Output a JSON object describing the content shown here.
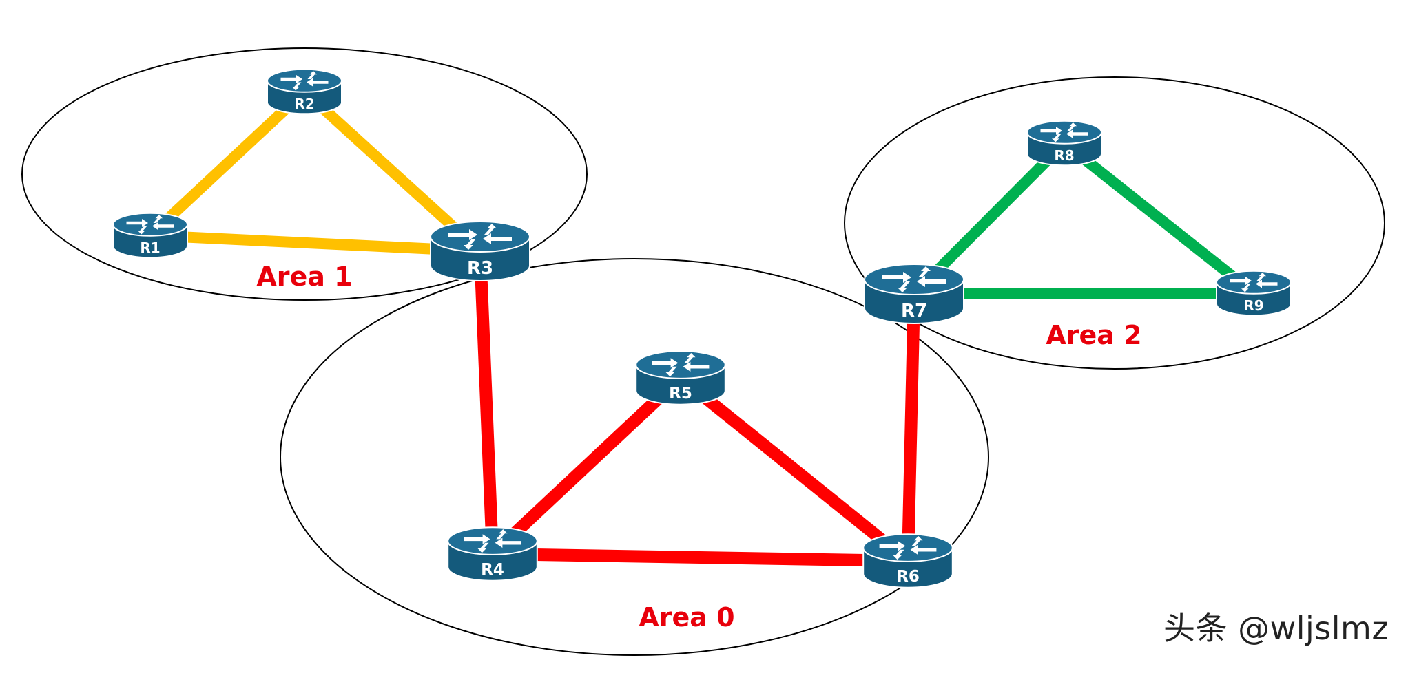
{
  "colors": {
    "area0_links": "#ff0000",
    "area1_links": "#ffc000",
    "area2_links": "#00b050",
    "router_body": "#1f6e96",
    "router_side": "#145a7c",
    "area_label": "#e8000b"
  },
  "areas": [
    {
      "id": "area1",
      "label": "Area 1"
    },
    {
      "id": "area0",
      "label": "Area 0"
    },
    {
      "id": "area2",
      "label": "Area 2"
    }
  ],
  "routers": [
    {
      "id": "R1",
      "label": "R1",
      "icon": "router-icon"
    },
    {
      "id": "R2",
      "label": "R2",
      "icon": "router-icon"
    },
    {
      "id": "R3",
      "label": "R3",
      "icon": "router-icon"
    },
    {
      "id": "R4",
      "label": "R4",
      "icon": "router-icon"
    },
    {
      "id": "R5",
      "label": "R5",
      "icon": "router-icon"
    },
    {
      "id": "R6",
      "label": "R6",
      "icon": "router-icon"
    },
    {
      "id": "R7",
      "label": "R7",
      "icon": "router-icon"
    },
    {
      "id": "R8",
      "label": "R8",
      "icon": "router-icon"
    },
    {
      "id": "R9",
      "label": "R9",
      "icon": "router-icon"
    }
  ],
  "links": [
    {
      "from": "R1",
      "to": "R2",
      "area": "area1"
    },
    {
      "from": "R2",
      "to": "R3",
      "area": "area1"
    },
    {
      "from": "R1",
      "to": "R3",
      "area": "area1"
    },
    {
      "from": "R3",
      "to": "R4",
      "area": "area0"
    },
    {
      "from": "R4",
      "to": "R5",
      "area": "area0"
    },
    {
      "from": "R5",
      "to": "R6",
      "area": "area0"
    },
    {
      "from": "R4",
      "to": "R6",
      "area": "area0"
    },
    {
      "from": "R6",
      "to": "R7",
      "area": "area0"
    },
    {
      "from": "R7",
      "to": "R8",
      "area": "area2"
    },
    {
      "from": "R8",
      "to": "R9",
      "area": "area2"
    },
    {
      "from": "R7",
      "to": "R9",
      "area": "area2"
    }
  ],
  "watermark": "头条 @wljslmz"
}
